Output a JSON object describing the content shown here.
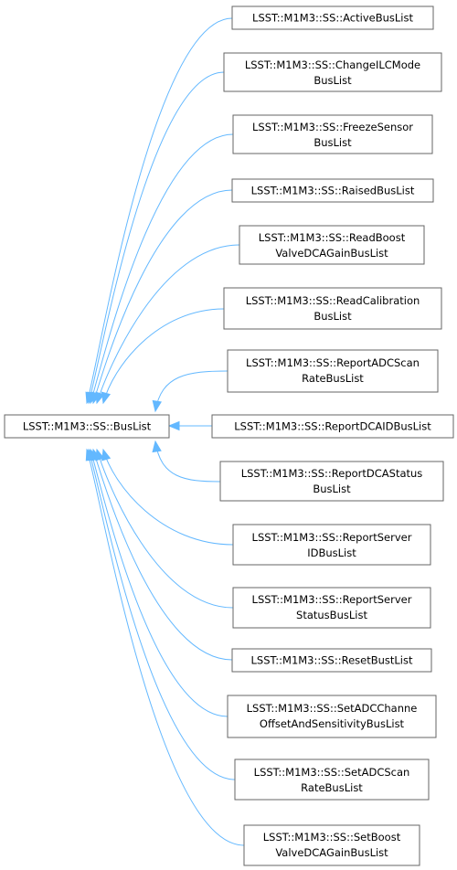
{
  "diagram": {
    "type": "inheritance-graph",
    "edge_color": "#63b8ff",
    "box_border_color": "#666666",
    "base": {
      "lines": [
        "LSST::M1M3::SS::BusList"
      ]
    },
    "derived": [
      {
        "lines": [
          "LSST::M1M3::SS::ActiveBusList"
        ]
      },
      {
        "lines": [
          "LSST::M1M3::SS::ChangeILCMode",
          "BusList"
        ]
      },
      {
        "lines": [
          "LSST::M1M3::SS::FreezeSensor",
          "BusList"
        ]
      },
      {
        "lines": [
          "LSST::M1M3::SS::RaisedBusList"
        ]
      },
      {
        "lines": [
          "LSST::M1M3::SS::ReadBoost",
          "ValveDCAGainBusList"
        ]
      },
      {
        "lines": [
          "LSST::M1M3::SS::ReadCalibration",
          "BusList"
        ]
      },
      {
        "lines": [
          "LSST::M1M3::SS::ReportADCScan",
          "RateBusList"
        ]
      },
      {
        "lines": [
          "LSST::M1M3::SS::ReportDCAIDBusList"
        ]
      },
      {
        "lines": [
          "LSST::M1M3::SS::ReportDCAStatus",
          "BusList"
        ]
      },
      {
        "lines": [
          "LSST::M1M3::SS::ReportServer",
          "IDBusList"
        ]
      },
      {
        "lines": [
          "LSST::M1M3::SS::ReportServer",
          "StatusBusList"
        ]
      },
      {
        "lines": [
          "LSST::M1M3::SS::ResetBustList"
        ]
      },
      {
        "lines": [
          "LSST::M1M3::SS::SetADCChanne",
          "OffsetAndSensitivityBusList"
        ]
      },
      {
        "lines": [
          "LSST::M1M3::SS::SetADCScan",
          "RateBusList"
        ]
      },
      {
        "lines": [
          "LSST::M1M3::SS::SetBoost",
          "ValveDCAGainBusList"
        ]
      }
    ]
  }
}
